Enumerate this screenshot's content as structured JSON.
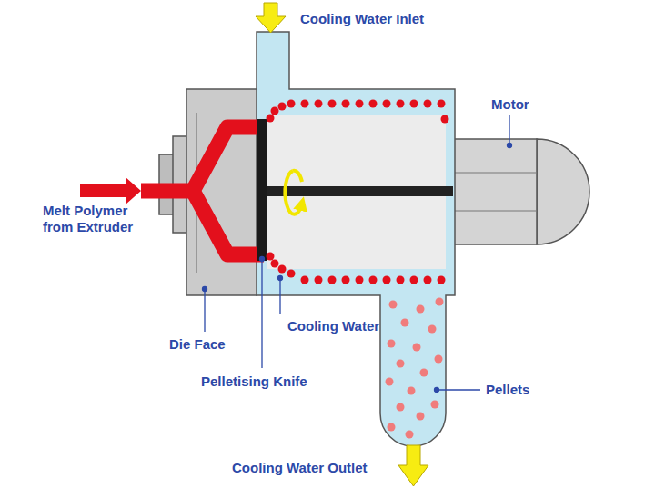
{
  "diagram": {
    "labels": [
      "Cooling Water Inlet",
      "Motor",
      "Melt Polymer from Extruder",
      "Die Face",
      "Cooling Water",
      "Pelletising Knife",
      "Pellets",
      "Cooling Water Outlet"
    ]
  }
}
